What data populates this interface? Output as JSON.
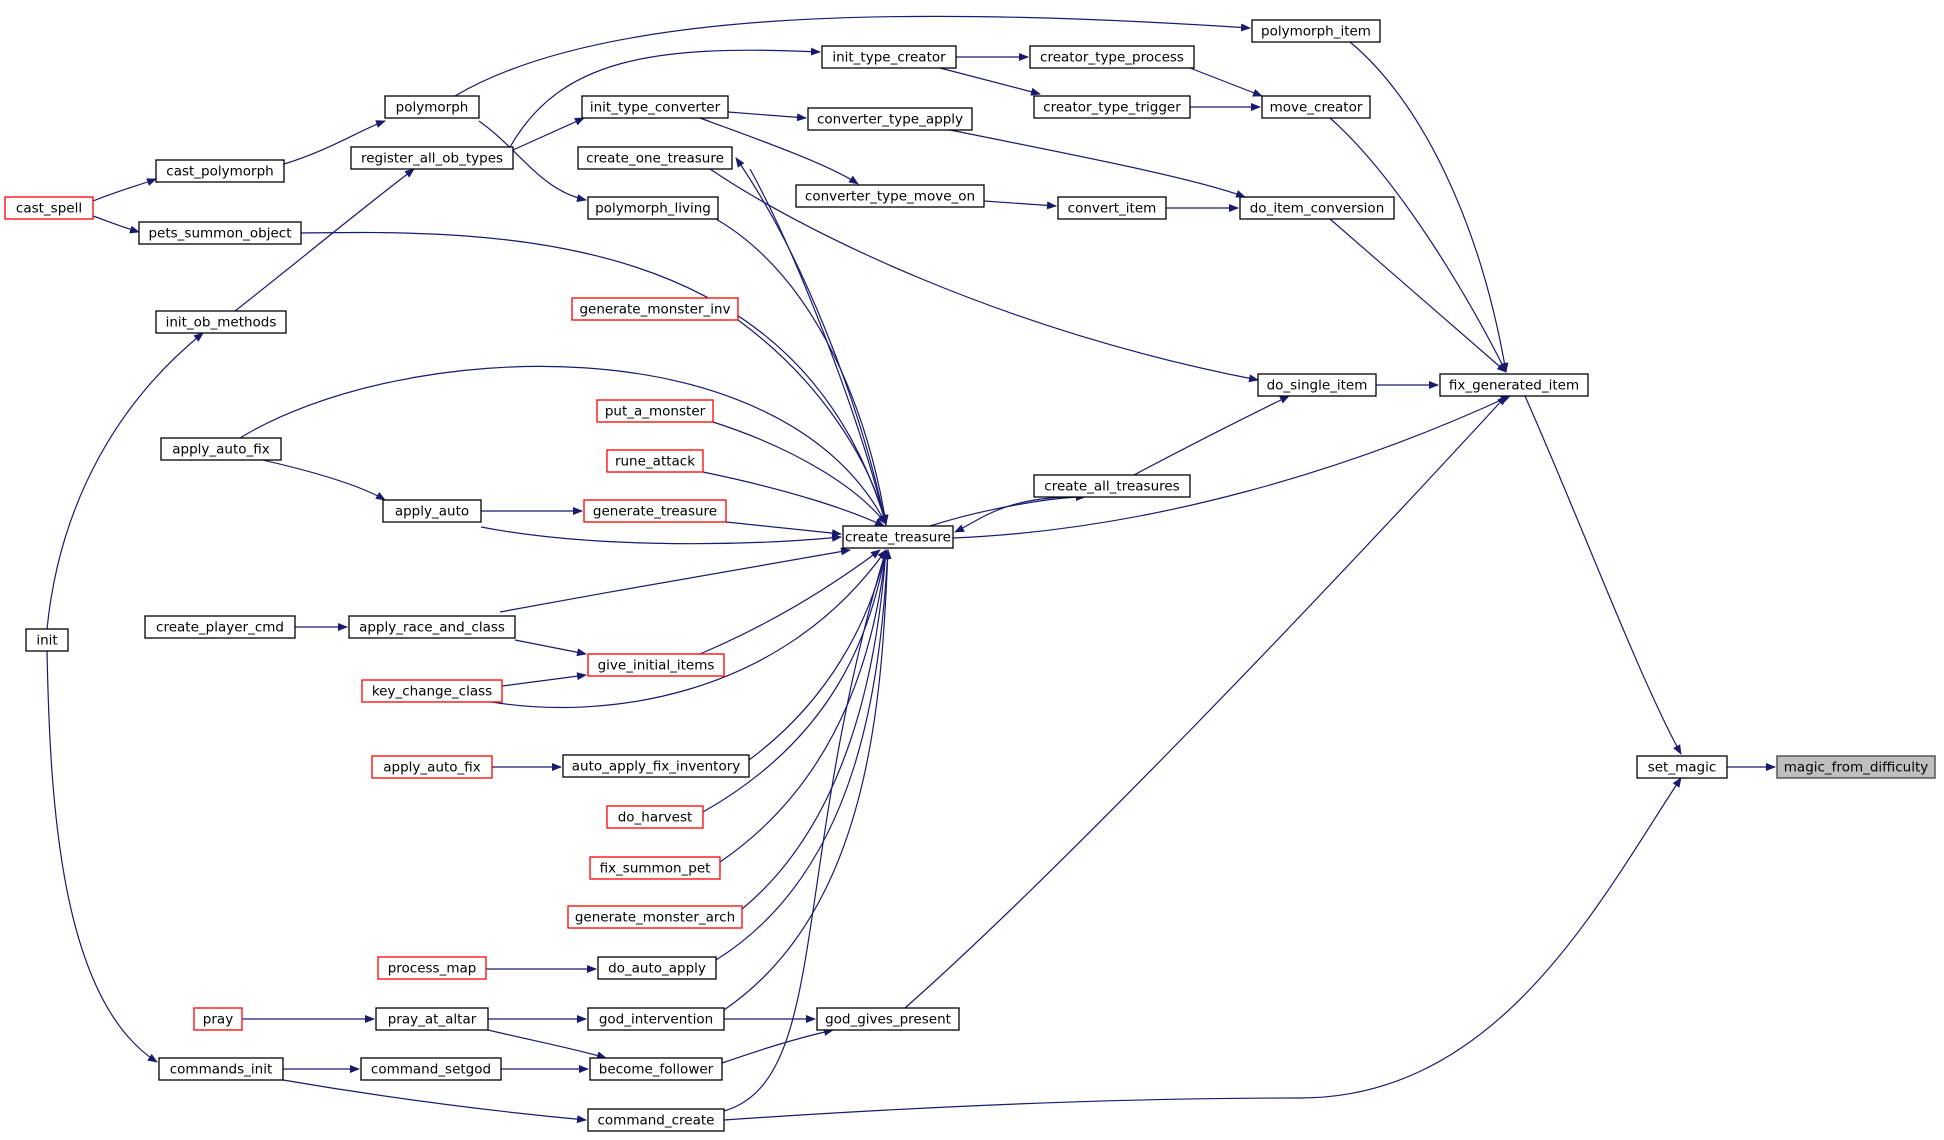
{
  "colors": {
    "edge": "#191970",
    "node_border": "#000000",
    "node_border_truncated": "#ff0000",
    "node_fill": "#ffffff",
    "root_fill": "#bfbfbf",
    "root_border": "#404040"
  },
  "nodes": [
    {
      "id": "magic_from_difficulty",
      "label": "magic_from_difficulty",
      "style": "root"
    },
    {
      "id": "set_magic",
      "label": "set_magic",
      "style": "normal"
    },
    {
      "id": "fix_generated_item",
      "label": "fix_generated_item",
      "style": "normal"
    },
    {
      "id": "polymorph_item",
      "label": "polymorph_item",
      "style": "normal"
    },
    {
      "id": "move_creator",
      "label": "move_creator",
      "style": "normal"
    },
    {
      "id": "do_item_conversion",
      "label": "do_item_conversion",
      "style": "normal"
    },
    {
      "id": "do_single_item",
      "label": "do_single_item",
      "style": "normal"
    },
    {
      "id": "creator_type_process",
      "label": "creator_type_process",
      "style": "normal"
    },
    {
      "id": "creator_type_trigger",
      "label": "creator_type_trigger",
      "style": "normal"
    },
    {
      "id": "convert_item",
      "label": "convert_item",
      "style": "normal"
    },
    {
      "id": "create_all_treasures",
      "label": "create_all_treasures",
      "style": "normal"
    },
    {
      "id": "init_type_creator",
      "label": "init_type_creator",
      "style": "normal"
    },
    {
      "id": "converter_type_apply",
      "label": "converter_type_apply",
      "style": "normal"
    },
    {
      "id": "converter_type_move_on",
      "label": "converter_type_move_on",
      "style": "normal"
    },
    {
      "id": "god_gives_present",
      "label": "god_gives_present",
      "style": "normal"
    },
    {
      "id": "create_treasure",
      "label": "create_treasure",
      "style": "normal"
    },
    {
      "id": "init_type_converter",
      "label": "init_type_converter",
      "style": "normal"
    },
    {
      "id": "create_one_treasure",
      "label": "create_one_treasure",
      "style": "normal"
    },
    {
      "id": "polymorph_living",
      "label": "polymorph_living",
      "style": "normal"
    },
    {
      "id": "generate_monster_inv",
      "label": "generate_monster_inv",
      "style": "truncated"
    },
    {
      "id": "put_a_monster",
      "label": "put_a_monster",
      "style": "truncated"
    },
    {
      "id": "rune_attack",
      "label": "rune_attack",
      "style": "truncated"
    },
    {
      "id": "generate_treasure",
      "label": "generate_treasure",
      "style": "truncated"
    },
    {
      "id": "give_initial_items",
      "label": "give_initial_items",
      "style": "truncated"
    },
    {
      "id": "auto_apply_fix_inventory",
      "label": "auto_apply_fix_inventory",
      "style": "normal"
    },
    {
      "id": "do_harvest",
      "label": "do_harvest",
      "style": "truncated"
    },
    {
      "id": "fix_summon_pet",
      "label": "fix_summon_pet",
      "style": "truncated"
    },
    {
      "id": "generate_monster_arch",
      "label": "generate_monster_arch",
      "style": "truncated"
    },
    {
      "id": "do_auto_apply",
      "label": "do_auto_apply",
      "style": "normal"
    },
    {
      "id": "god_intervention",
      "label": "god_intervention",
      "style": "normal"
    },
    {
      "id": "become_follower",
      "label": "become_follower",
      "style": "normal"
    },
    {
      "id": "command_create",
      "label": "command_create",
      "style": "normal"
    },
    {
      "id": "polymorph",
      "label": "polymorph",
      "style": "normal"
    },
    {
      "id": "register_all_ob_types",
      "label": "register_all_ob_types",
      "style": "normal"
    },
    {
      "id": "apply_auto",
      "label": "apply_auto",
      "style": "normal"
    },
    {
      "id": "apply_race_and_class",
      "label": "apply_race_and_class",
      "style": "normal"
    },
    {
      "id": "key_change_class",
      "label": "key_change_class",
      "style": "truncated"
    },
    {
      "id": "apply_auto_fix_red",
      "label": "apply_auto_fix",
      "style": "truncated"
    },
    {
      "id": "process_map",
      "label": "process_map",
      "style": "truncated"
    },
    {
      "id": "pray_at_altar",
      "label": "pray_at_altar",
      "style": "normal"
    },
    {
      "id": "command_setgod",
      "label": "command_setgod",
      "style": "normal"
    },
    {
      "id": "cast_polymorph",
      "label": "cast_polymorph",
      "style": "normal"
    },
    {
      "id": "pets_summon_object",
      "label": "pets_summon_object",
      "style": "normal"
    },
    {
      "id": "init_ob_methods",
      "label": "init_ob_methods",
      "style": "normal"
    },
    {
      "id": "apply_auto_fix",
      "label": "apply_auto_fix",
      "style": "normal"
    },
    {
      "id": "create_player_cmd",
      "label": "create_player_cmd",
      "style": "normal"
    },
    {
      "id": "init",
      "label": "init",
      "style": "normal"
    },
    {
      "id": "commands_init",
      "label": "commands_init",
      "style": "normal"
    },
    {
      "id": "cast_spell",
      "label": "cast_spell",
      "style": "truncated"
    },
    {
      "id": "pray",
      "label": "pray",
      "style": "truncated"
    }
  ],
  "edges": [
    {
      "from": "set_magic",
      "to": "magic_from_difficulty"
    },
    {
      "from": "fix_generated_item",
      "to": "set_magic"
    },
    {
      "from": "command_create",
      "to": "set_magic"
    },
    {
      "from": "polymorph_item",
      "to": "fix_generated_item"
    },
    {
      "from": "move_creator",
      "to": "fix_generated_item"
    },
    {
      "from": "do_item_conversion",
      "to": "fix_generated_item"
    },
    {
      "from": "do_single_item",
      "to": "fix_generated_item"
    },
    {
      "from": "create_treasure",
      "to": "fix_generated_item"
    },
    {
      "from": "god_gives_present",
      "to": "fix_generated_item"
    },
    {
      "from": "polymorph",
      "to": "polymorph_item"
    },
    {
      "from": "creator_type_process",
      "to": "move_creator"
    },
    {
      "from": "creator_type_trigger",
      "to": "move_creator"
    },
    {
      "from": "init_type_creator",
      "to": "creator_type_process"
    },
    {
      "from": "init_type_creator",
      "to": "creator_type_trigger"
    },
    {
      "from": "register_all_ob_types",
      "to": "init_type_creator"
    },
    {
      "from": "convert_item",
      "to": "do_item_conversion"
    },
    {
      "from": "converter_type_apply",
      "to": "do_item_conversion"
    },
    {
      "from": "converter_type_move_on",
      "to": "convert_item"
    },
    {
      "from": "init_type_converter",
      "to": "converter_type_apply"
    },
    {
      "from": "init_type_converter",
      "to": "converter_type_move_on"
    },
    {
      "from": "register_all_ob_types",
      "to": "init_type_converter"
    },
    {
      "from": "create_one_treasure",
      "to": "do_single_item"
    },
    {
      "from": "create_all_treasures",
      "to": "do_single_item"
    },
    {
      "from": "create_treasure",
      "to": "create_all_treasures"
    },
    {
      "from": "create_all_treasures",
      "to": "create_treasure"
    },
    {
      "from": "create_treasure",
      "to": "create_one_treasure"
    },
    {
      "from": "create_one_treasure",
      "to": "create_treasure"
    },
    {
      "from": "polymorph_living",
      "to": "create_treasure"
    },
    {
      "from": "pets_summon_object",
      "to": "create_treasure"
    },
    {
      "from": "generate_monster_inv",
      "to": "create_treasure"
    },
    {
      "from": "apply_auto_fix",
      "to": "create_treasure"
    },
    {
      "from": "put_a_monster",
      "to": "create_treasure"
    },
    {
      "from": "rune_attack",
      "to": "create_treasure"
    },
    {
      "from": "generate_treasure",
      "to": "create_treasure"
    },
    {
      "from": "apply_auto",
      "to": "create_treasure"
    },
    {
      "from": "apply_race_and_class",
      "to": "create_treasure"
    },
    {
      "from": "give_initial_items",
      "to": "create_treasure"
    },
    {
      "from": "key_change_class",
      "to": "create_treasure"
    },
    {
      "from": "auto_apply_fix_inventory",
      "to": "create_treasure"
    },
    {
      "from": "do_harvest",
      "to": "create_treasure"
    },
    {
      "from": "fix_summon_pet",
      "to": "create_treasure"
    },
    {
      "from": "generate_monster_arch",
      "to": "create_treasure"
    },
    {
      "from": "do_auto_apply",
      "to": "create_treasure"
    },
    {
      "from": "god_intervention",
      "to": "create_treasure"
    },
    {
      "from": "command_create",
      "to": "create_treasure"
    },
    {
      "from": "polymorph",
      "to": "polymorph_living"
    },
    {
      "from": "cast_polymorph",
      "to": "polymorph"
    },
    {
      "from": "init_ob_methods",
      "to": "register_all_ob_types"
    },
    {
      "from": "init",
      "to": "init_ob_methods"
    },
    {
      "from": "cast_spell",
      "to": "cast_polymorph"
    },
    {
      "from": "cast_spell",
      "to": "pets_summon_object"
    },
    {
      "from": "apply_auto_fix",
      "to": "apply_auto"
    },
    {
      "from": "apply_auto",
      "to": "generate_treasure"
    },
    {
      "from": "create_player_cmd",
      "to": "apply_race_and_class"
    },
    {
      "from": "apply_race_and_class",
      "to": "give_initial_items"
    },
    {
      "from": "key_change_class",
      "to": "give_initial_items"
    },
    {
      "from": "apply_auto_fix_red",
      "to": "auto_apply_fix_inventory"
    },
    {
      "from": "process_map",
      "to": "do_auto_apply"
    },
    {
      "from": "pray",
      "to": "pray_at_altar"
    },
    {
      "from": "pray_at_altar",
      "to": "god_intervention"
    },
    {
      "from": "pray_at_altar",
      "to": "become_follower"
    },
    {
      "from": "god_intervention",
      "to": "god_gives_present"
    },
    {
      "from": "become_follower",
      "to": "god_gives_present"
    },
    {
      "from": "commands_init",
      "to": "command_setgod"
    },
    {
      "from": "command_setgod",
      "to": "become_follower"
    },
    {
      "from": "commands_init",
      "to": "command_create"
    },
    {
      "from": "init",
      "to": "commands_init"
    }
  ]
}
